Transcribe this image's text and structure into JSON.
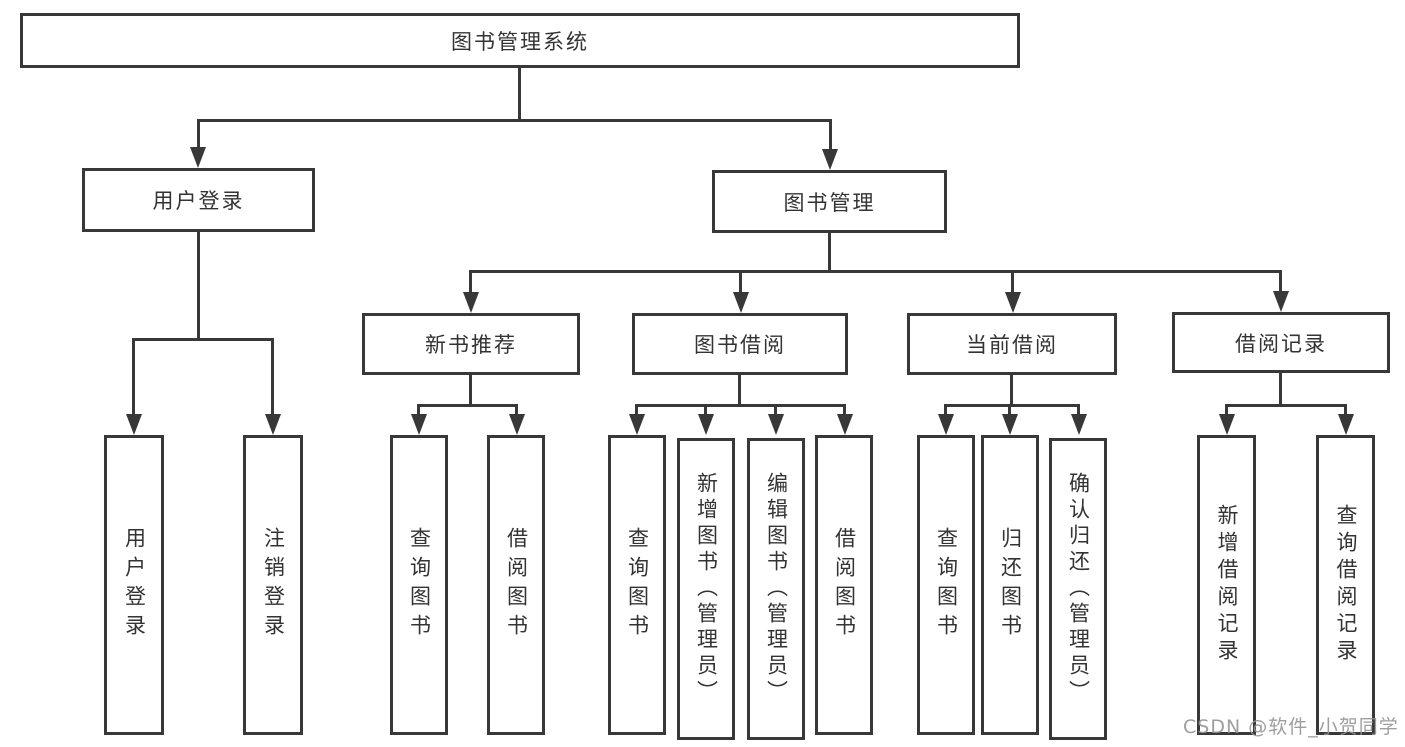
{
  "diagram": {
    "title": "图书管理系统",
    "nodes": {
      "root": "图书管理系统",
      "user_login": "用户登录",
      "book_mgmt": "图书管理",
      "new_books": "新书推荐",
      "book_borrow": "图书借阅",
      "current_borrow": "当前借阅",
      "borrow_records": "借阅记录"
    },
    "leaves": {
      "user_login": [
        "用户登录",
        "注销登录"
      ],
      "new_books": [
        "查询图书",
        "借阅图书"
      ],
      "book_borrow": [
        "查询图书",
        "新增图书（管理员）",
        "编辑图书（管理员）",
        "借阅图书"
      ],
      "current_borrow": [
        "查询图书",
        "归还图书",
        "确认归还（管理员）"
      ],
      "borrow_records": [
        "新增借阅记录",
        "查询借阅记录"
      ]
    },
    "watermark": "CSDN @软件_小贺同学",
    "colors": {
      "line": "#383838",
      "text": "#333333",
      "watermark": "#949494",
      "background": "#ffffff"
    }
  }
}
